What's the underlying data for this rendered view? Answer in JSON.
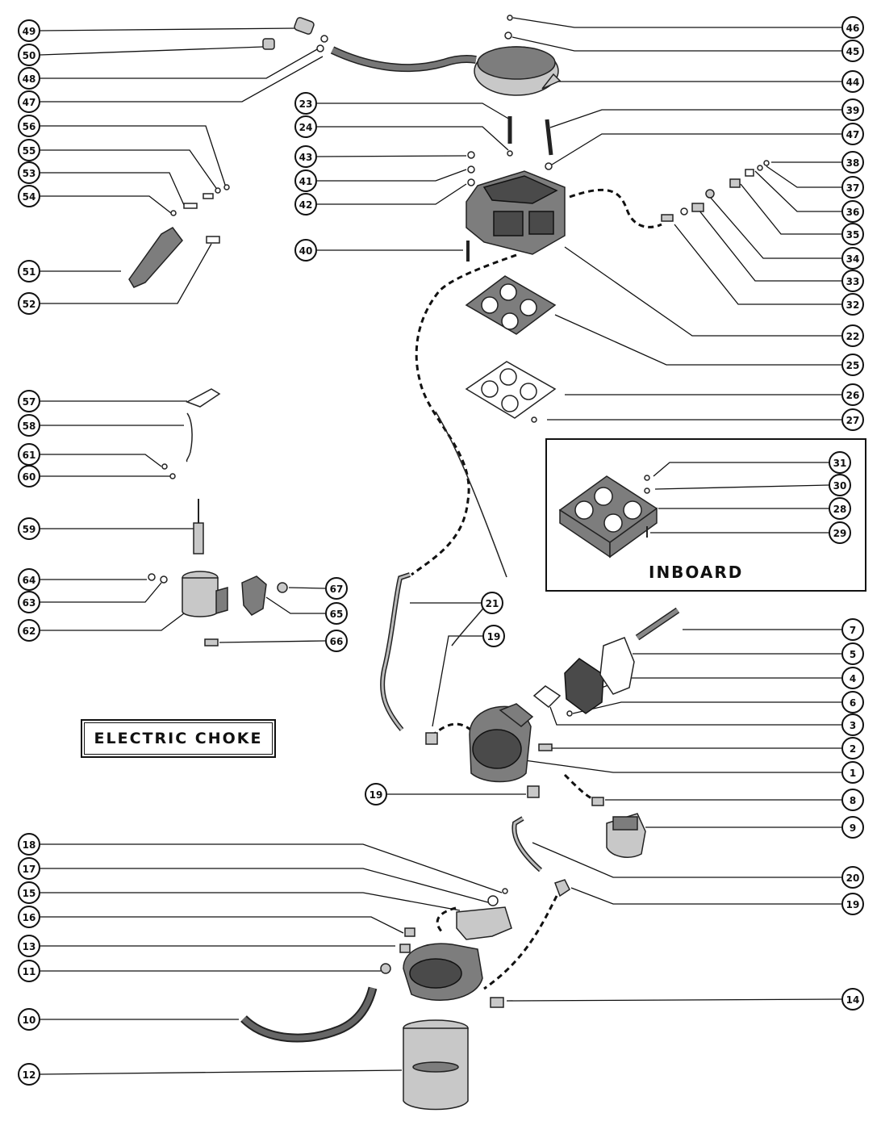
{
  "labels": {
    "electric_choke": "ELECTRIC CHOKE",
    "inboard": "INBOARD"
  },
  "callouts": [
    "49",
    "50",
    "48",
    "47",
    "56",
    "55",
    "53",
    "54",
    "51",
    "52",
    "57",
    "58",
    "61",
    "60",
    "59",
    "64",
    "63",
    "62",
    "67",
    "65",
    "66",
    "23",
    "24",
    "43",
    "41",
    "42",
    "40",
    "46",
    "45",
    "44",
    "39",
    "47",
    "38",
    "37",
    "36",
    "35",
    "34",
    "33",
    "32",
    "22",
    "25",
    "26",
    "27",
    "31",
    "30",
    "28",
    "29",
    "21",
    "19",
    "7",
    "5",
    "4",
    "6",
    "3",
    "2",
    "1",
    "8",
    "19",
    "9",
    "18",
    "17",
    "15",
    "16",
    "13",
    "11",
    "10",
    "12",
    "20",
    "19",
    "14"
  ]
}
